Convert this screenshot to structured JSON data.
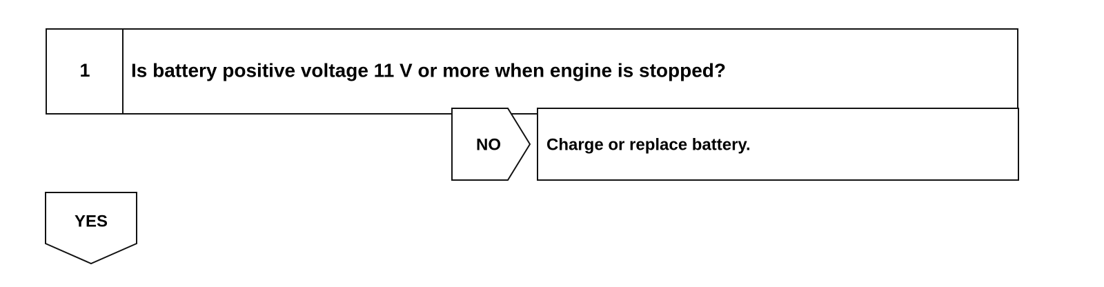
{
  "step": {
    "number": "1",
    "question": "Is battery positive voltage 11 V or more when engine is stopped?"
  },
  "no_branch": {
    "label": "NO",
    "action": "Charge or replace battery."
  },
  "yes_branch": {
    "label": "YES"
  }
}
